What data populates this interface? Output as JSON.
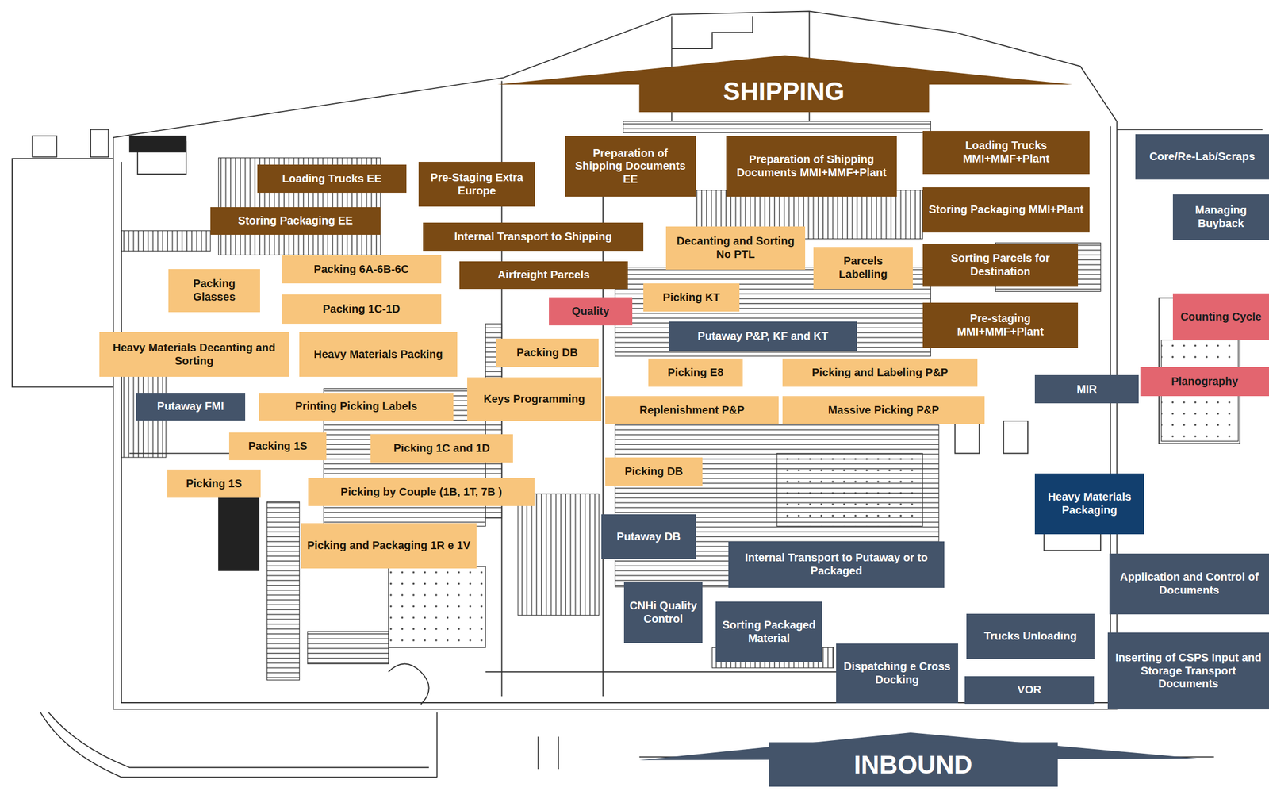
{
  "diagram": {
    "nodes": [
      {
        "text": [
          "SHIPPING"
        ]
      },
      {
        "text": [
          "Loading Trucks EE"
        ]
      },
      {
        "text": [
          "Pre-Staging Extra Europe"
        ]
      },
      {
        "text": [
          "Preparation of Shipping Documents EE"
        ]
      },
      {
        "text": [
          "Preparation of Shipping Documents MMI+MMF+Plant"
        ]
      },
      {
        "text": [
          "Loading Trucks MMI+MMF+Plant"
        ]
      },
      {
        "text": [
          "Core/Re-Lab/Scraps"
        ]
      },
      {
        "text": [
          "Managing Buyback"
        ]
      },
      {
        "text": [
          "Storing Packaging MMI+Plant"
        ]
      },
      {
        "text": [
          "Storing Packaging EE"
        ]
      },
      {
        "text": [
          "Internal Transport to Shipping"
        ]
      },
      {
        "text": [
          "Decanting and Sorting No PTL"
        ]
      },
      {
        "text": [
          "Parcels Labelling"
        ]
      },
      {
        "text": [
          "Sorting Parcels for Destination"
        ]
      },
      {
        "text": [
          "Packing 6A-6B-6C"
        ]
      },
      {
        "text": [
          "Packing Glasses"
        ]
      },
      {
        "text": [
          "Airfreight Parcels"
        ]
      },
      {
        "text": [
          "Counting Cycle"
        ]
      },
      {
        "text": [
          "Quality"
        ]
      },
      {
        "text": [
          "Picking KT"
        ]
      },
      {
        "text": [
          "Packing 1C-1D"
        ]
      },
      {
        "text": [
          "Pre-staging MMI+MMF+Plant"
        ]
      },
      {
        "text": [
          "Putaway P&P, KF and KT"
        ]
      },
      {
        "text": [
          "Heavy Materials Decanting and Sorting"
        ]
      },
      {
        "text": [
          "Heavy Materials Packing"
        ]
      },
      {
        "text": [
          "Packing DB"
        ]
      },
      {
        "text": [
          "Picking E8"
        ]
      },
      {
        "text": [
          "Picking and Labeling P&P"
        ]
      },
      {
        "text": [
          "MIR"
        ]
      },
      {
        "text": [
          "Planography"
        ]
      },
      {
        "text": [
          "Keys Programming"
        ]
      },
      {
        "text": [
          "Putaway FMI"
        ]
      },
      {
        "text": [
          "Printing Picking Labels"
        ]
      },
      {
        "text": [
          "Replenishment P&P"
        ]
      },
      {
        "text": [
          "Massive Picking P&P"
        ]
      },
      {
        "text": [
          "Packing 1S"
        ]
      },
      {
        "text": [
          "Picking 1C and 1D"
        ]
      },
      {
        "text": [
          "Picking DB"
        ]
      },
      {
        "text": [
          "Picking 1S"
        ]
      },
      {
        "text": [
          "Picking by Couple (1B, 1T, 7B )"
        ]
      },
      {
        "text": [
          "Heavy Materials Packaging"
        ]
      },
      {
        "text": [
          "Putaway DB"
        ]
      },
      {
        "text": [
          "Picking and Packaging 1R e 1V"
        ]
      },
      {
        "text": [
          "Internal Transport to Putaway or to Packaged"
        ]
      },
      {
        "text": [
          "Application and Control of Documents"
        ]
      },
      {
        "text": [
          "CNHi Quality Control"
        ]
      },
      {
        "text": [
          "Sorting Packaged Material"
        ]
      },
      {
        "text": [
          "Trucks Unloading"
        ]
      },
      {
        "text": [
          "Inserting of CSPS Input and Storage Transport Documents"
        ]
      },
      {
        "text": [
          "Dispatching e Cross Docking"
        ]
      },
      {
        "text": [
          "VOR"
        ]
      },
      {
        "text": [
          "INBOUND"
        ]
      }
    ]
  }
}
